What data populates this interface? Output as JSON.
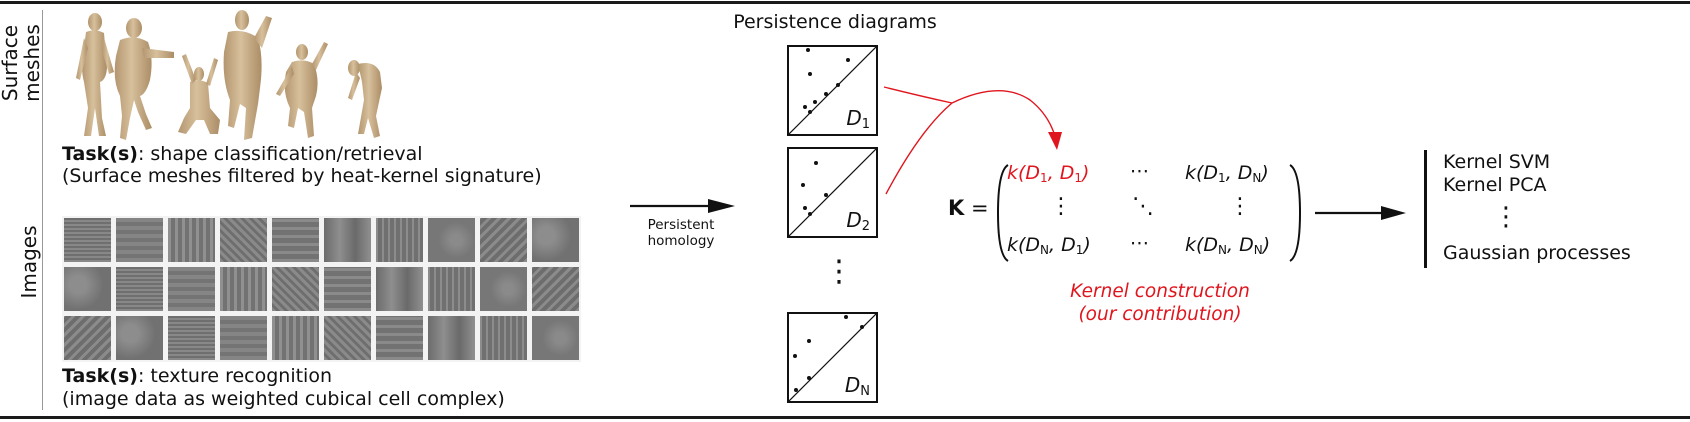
{
  "rows": {
    "surface": {
      "label": "Surface\nmeshes",
      "label_line1": "Surface",
      "label_line2": "meshes",
      "mesh_count": 6,
      "task_bold": "Task(s)",
      "task_text": ": shape classification/retrieval",
      "task_note": "(Surface meshes filtered by heat-kernel signature)"
    },
    "images": {
      "label": "Images",
      "texture_grid": {
        "rows": 3,
        "cols": 10
      },
      "task_bold": "Task(s)",
      "task_text": ": texture recognition",
      "task_note": "(image data as weighted cubical cell complex)"
    }
  },
  "arrow1": {
    "label_line1": "Persistent",
    "label_line2": "homology"
  },
  "persistence": {
    "title": "Persistence diagrams",
    "diagrams": [
      {
        "label": "D",
        "sub": "1"
      },
      {
        "label": "D",
        "sub": "2"
      },
      {
        "label": "D",
        "sub": "N"
      }
    ],
    "ellipsis": "⋮"
  },
  "matrix": {
    "symbol": "K",
    "equals": "=",
    "cells": {
      "r1c1": {
        "pre": "k(D",
        "s1": "1",
        "mid": ", D",
        "s2": "1",
        "post": ")"
      },
      "r1c2": "⋯",
      "r1c3": {
        "pre": "k(D",
        "s1": "1",
        "mid": ", D",
        "s2": "N",
        "post": ")"
      },
      "r2c1": "⋮",
      "r2c2": "⋱",
      "r2c3": "⋮",
      "r3c1": {
        "pre": "k(D",
        "s1": "N",
        "mid": ", D",
        "s2": "1",
        "post": ")"
      },
      "r3c2": "⋯",
      "r3c3": {
        "pre": "k(D",
        "s1": "N",
        "mid": ", D",
        "s2": "N",
        "post": ")"
      }
    }
  },
  "caption": {
    "line1": "Kernel construction",
    "line2": "(our contribution)"
  },
  "methods": {
    "items": [
      "Kernel SVM",
      "Kernel PCA"
    ],
    "ellipsis": "⋮",
    "last": "Gaussian processes"
  },
  "colors": {
    "accent_red": "#e0161e",
    "mesh": "#c8ae88",
    "ink": "#111111",
    "texture": "#7d7d7d"
  }
}
